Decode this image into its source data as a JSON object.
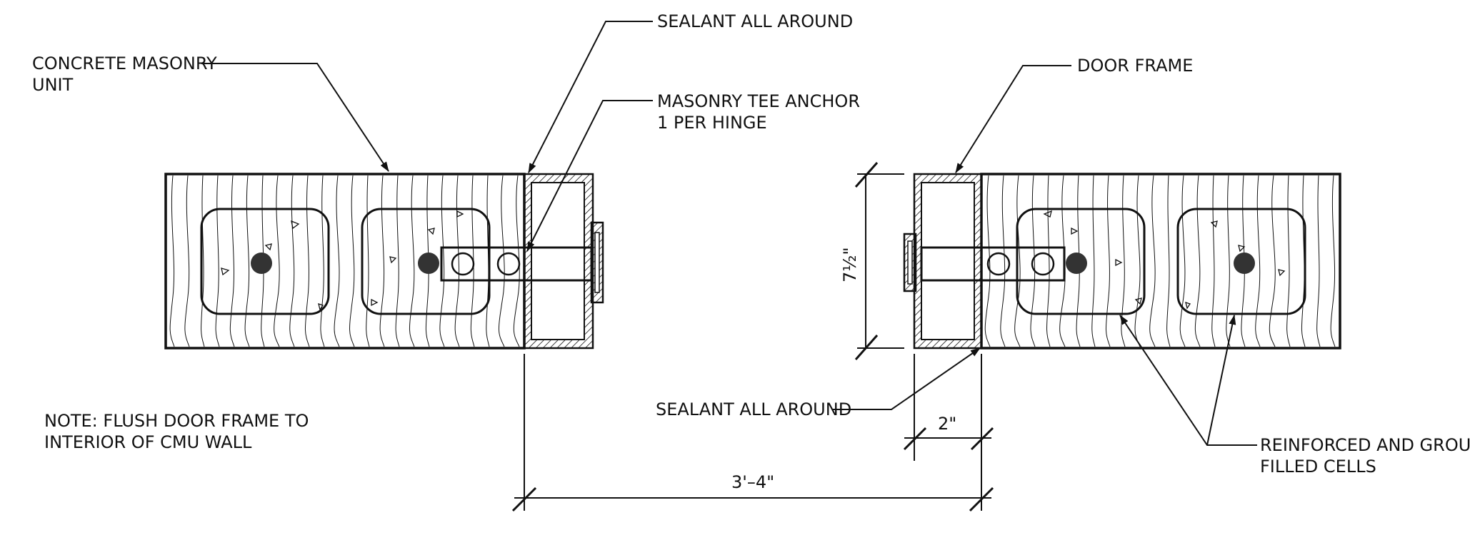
{
  "labels": {
    "cmu_line1": "CONCRETE MASONRY",
    "cmu_line2": "UNIT",
    "sealant_top": "SEALANT ALL AROUND",
    "anchor_line1": "MASONRY TEE ANCHOR",
    "anchor_line2": "1 PER HINGE",
    "door_frame": "DOOR FRAME",
    "sealant_bottom": "SEALANT ALL AROUND",
    "cells_line1": "REINFORCED AND GROUT",
    "cells_line2": "FILLED CELLS",
    "note_line1": "NOTE: FLUSH DOOR FRAME TO",
    "note_line2": "INTERIOR OF CMU WALL"
  },
  "dimensions": {
    "depth": "7½\"",
    "frame_width": "2\"",
    "overall": "3'–4\""
  },
  "colors": {
    "line": "#111111",
    "background": "#ffffff"
  }
}
